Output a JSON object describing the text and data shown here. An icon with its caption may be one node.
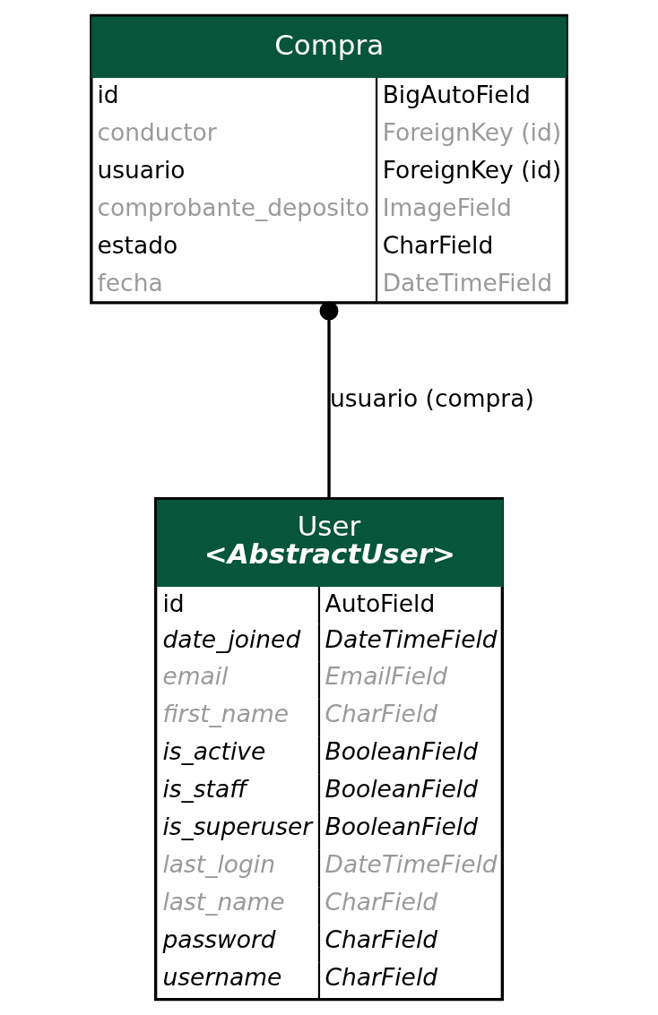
{
  "diagram": {
    "nodes": [
      {
        "text": [
          "Compra",
          "id",
          "BigAutoField",
          "conductor",
          "ForeignKey (id)",
          "usuario",
          "ForeignKey (id)",
          "comprobante_deposito",
          "ImageField",
          "estado",
          "CharField",
          "fecha",
          "DateTimeField"
        ]
      },
      {
        "text": [
          "User",
          "<AbstractUser>",
          "id",
          "AutoField",
          "date_joined",
          "DateTimeField",
          "email",
          "EmailField",
          "first_name",
          "CharField",
          "is_active",
          "BooleanField",
          "is_staff",
          "BooleanField",
          "is_superuser",
          "BooleanField",
          "last_login",
          "DateTimeField",
          "last_name",
          "CharField",
          "password",
          "CharField",
          "username",
          "CharField"
        ]
      }
    ],
    "edges": [
      {
        "from": 0,
        "to": 1,
        "arrow": "other",
        "label": "usuario (compra)"
      }
    ]
  }
}
